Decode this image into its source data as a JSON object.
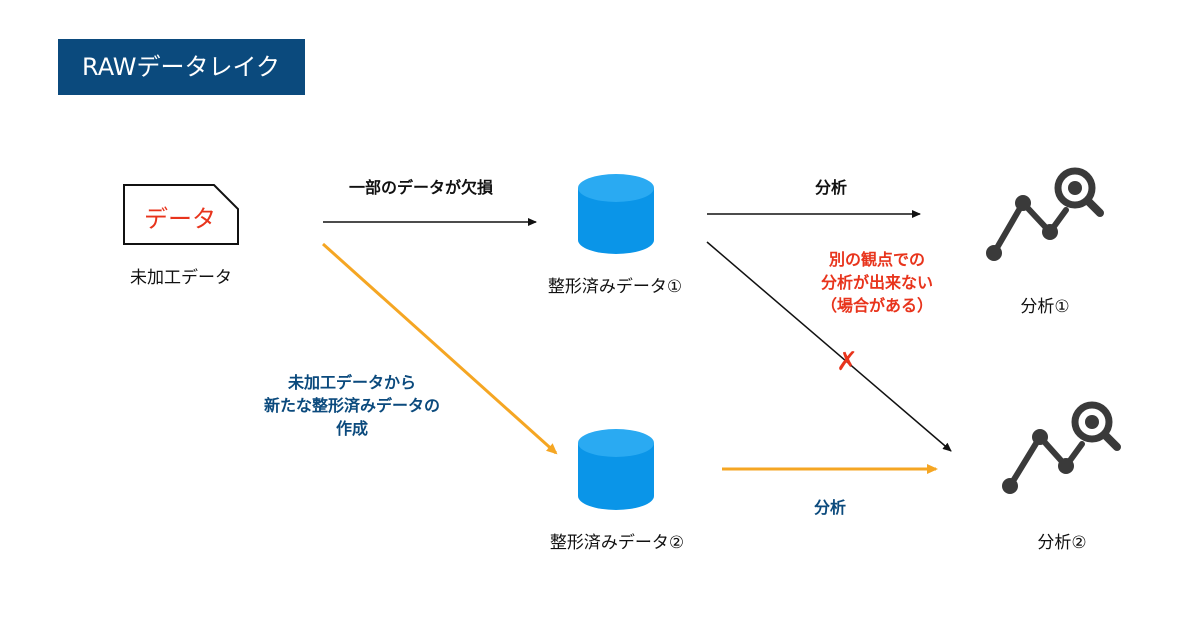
{
  "title": "RAWデータレイク",
  "source": {
    "doc_text": "データ",
    "label": "未加工データ"
  },
  "top_flow": {
    "edge_label": "一部のデータが欠損",
    "store_label": "整形済みデータ①",
    "analysis_edge_label": "分析",
    "analysis_label": "分析①"
  },
  "cross_flow": {
    "note_lines": [
      "別の観点での",
      "分析が出来ない",
      "（場合がある）"
    ],
    "blocked_mark": "✗"
  },
  "bottom_flow": {
    "edge_lines": [
      "未加工データから",
      "新たな整形済みデータの",
      "作成"
    ],
    "store_label": "整形済みデータ②",
    "analysis_edge_label": "分析",
    "analysis_label": "分析②"
  },
  "colors": {
    "title_bg": "#0b4a7d",
    "database": "#0a95e8",
    "database_top": "#2aaaf2",
    "orange_arrow": "#f5a623",
    "red_text": "#e8341c",
    "blue_text": "#0b4a7d",
    "icon": "#3a3a3a"
  },
  "icons": {
    "source": "document-icon",
    "store": "database-icon",
    "analysis": "analytics-search-icon"
  }
}
